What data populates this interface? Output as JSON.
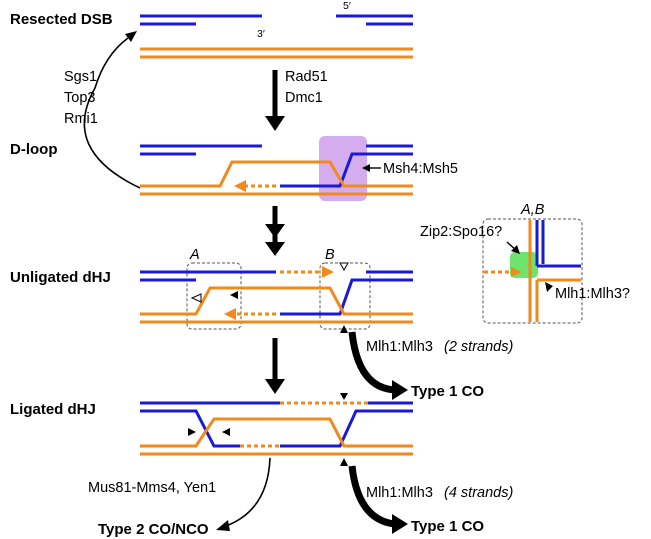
{
  "stages": {
    "resected": "Resected DSB",
    "dloop": "D-loop",
    "unligated": "Unligated dHJ",
    "ligated": "Ligated dHJ"
  },
  "end_labels": {
    "three_prime": "3′",
    "five_prime": "5′"
  },
  "proteins": {
    "sgs1": "Sgs1",
    "top3": "Top3",
    "rmi1": "Rmi1",
    "rad51": "Rad51",
    "dmc1": "Dmc1",
    "msh45": "Msh4:Msh5",
    "zip2": "Zip2:Spo16?",
    "mlh13_inset": "Mlh1:Mlh3?",
    "mlh13_a": "Mlh1:Mlh3",
    "mlh13_a_note": "(2 strands)",
    "mlh13_b": "Mlh1:Mlh3",
    "mlh13_b_note": "(4 strands)",
    "mus81": "Mus81-Mms4, Yen1"
  },
  "junction_labels": {
    "a": "A",
    "b": "B",
    "ab": "A,B"
  },
  "outcomes": {
    "type1_a": "Type 1 CO",
    "type1_b": "Type 1 CO",
    "type2": "Type 2 CO/NCO"
  },
  "colors": {
    "blue_strand": "#1a1ad6",
    "orange_strand": "#f08a1c",
    "msh45_highlight": "#c792ea",
    "zip2_highlight": "#5ee05e"
  }
}
